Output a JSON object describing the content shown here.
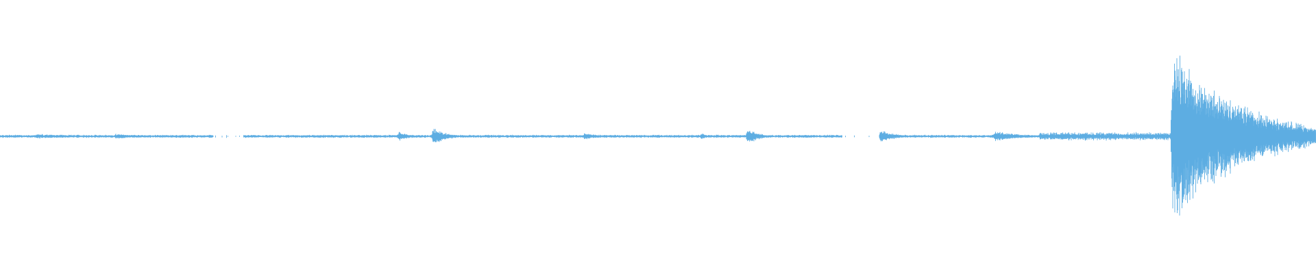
{
  "waveform": {
    "color": "#5dade2",
    "background": "#ffffff",
    "baseline_amplitude": 0.012,
    "gaps": [
      [
        0.162,
        0.185
      ],
      [
        0.64,
        0.668
      ]
    ],
    "events": [
      {
        "position": 0.028,
        "amplitude": 0.03,
        "decay": 0.025
      },
      {
        "position": 0.088,
        "amplitude": 0.03,
        "decay": 0.02
      },
      {
        "position": 0.303,
        "amplitude": 0.05,
        "decay": 0.01
      },
      {
        "position": 0.329,
        "amplitude": 0.1,
        "decay": 0.01
      },
      {
        "position": 0.444,
        "amplitude": 0.04,
        "decay": 0.01
      },
      {
        "position": 0.533,
        "amplitude": 0.04,
        "decay": 0.005
      },
      {
        "position": 0.568,
        "amplitude": 0.1,
        "decay": 0.008
      },
      {
        "position": 0.669,
        "amplitude": 0.07,
        "decay": 0.012
      },
      {
        "position": 0.756,
        "amplitude": 0.06,
        "decay": 0.02
      },
      {
        "position": 0.891,
        "amplitude": 1.0,
        "decay": 0.05
      },
      {
        "position": 0.928,
        "amplitude": 0.45,
        "decay": 0.03
      }
    ],
    "sustained_noise": [
      {
        "start": 0.79,
        "end": 0.89,
        "amplitude": 0.03
      },
      {
        "start": 0.89,
        "end": 1.0,
        "amplitude": 0.05
      }
    ]
  }
}
